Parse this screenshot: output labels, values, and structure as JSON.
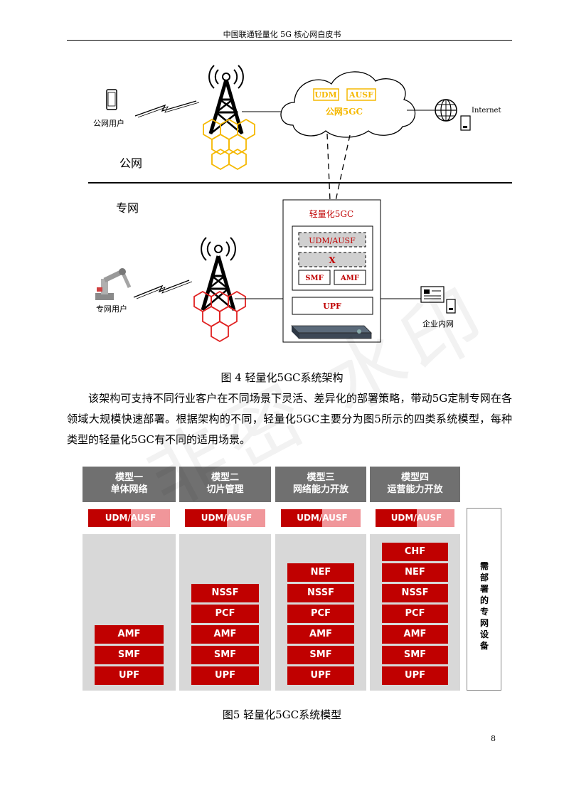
{
  "header": {
    "title": "中国联通轻量化 5G 核心网白皮书"
  },
  "figure4": {
    "public_user_label": "公网用户",
    "internet_label": "Internet",
    "cloud": {
      "udm": "UDM",
      "ausf": "AUSF",
      "label": "公网5GC"
    },
    "public_net_label": "公网",
    "private_net_label": "专网",
    "core_box": {
      "title": "轻量化5GC",
      "udm_ausf": "UDM/AUSF",
      "x": "X",
      "smf": "SMF",
      "amf": "AMF",
      "upf": "UPF"
    },
    "private_user_label": "专网用户",
    "enterprise_label": "企业内网",
    "caption": "图 4 轻量化5GC系统架构"
  },
  "paragraph": {
    "text": "该架构可支持不同行业客户在不同场景下灵活、差异化的部署策略，带动5G定制专网在各领域大规模快速部署。根据架构的不同，轻量化5GC主要分为图5所示的四类系统模型，每种类型的轻量化5GC有不同的适用场景。"
  },
  "figure5": {
    "models": [
      {
        "line1": "模型一",
        "line2": "单体网络",
        "udm": "UDM/",
        "ausf": "AUSF",
        "functions": [
          "AMF",
          "SMF",
          "UPF"
        ]
      },
      {
        "line1": "模型二",
        "line2": "切片管理",
        "udm": "UDM/",
        "ausf": "AUSF",
        "functions": [
          "NSSF",
          "PCF",
          "AMF",
          "SMF",
          "UPF"
        ]
      },
      {
        "line1": "模型三",
        "line2": "网络能力开放",
        "udm": "UDM/",
        "ausf": "AUSF",
        "functions": [
          "NEF",
          "NSSF",
          "PCF",
          "AMF",
          "SMF",
          "UPF"
        ]
      },
      {
        "line1": "模型四",
        "line2": "运营能力开放",
        "udm": "UDM/",
        "ausf": "AUSF",
        "functions": [
          "CHF",
          "NEF",
          "NSSF",
          "PCF",
          "AMF",
          "SMF",
          "UPF"
        ]
      }
    ],
    "side_label": "需部署的专网设备",
    "caption": "图5 轻量化5GC系统模型"
  },
  "watermark": "非密 水印",
  "page_number": "8",
  "colors": {
    "accent_red": "#c00000",
    "light_red": "#f0969a",
    "gold": "#f5b800",
    "gray_header": "#707070"
  }
}
